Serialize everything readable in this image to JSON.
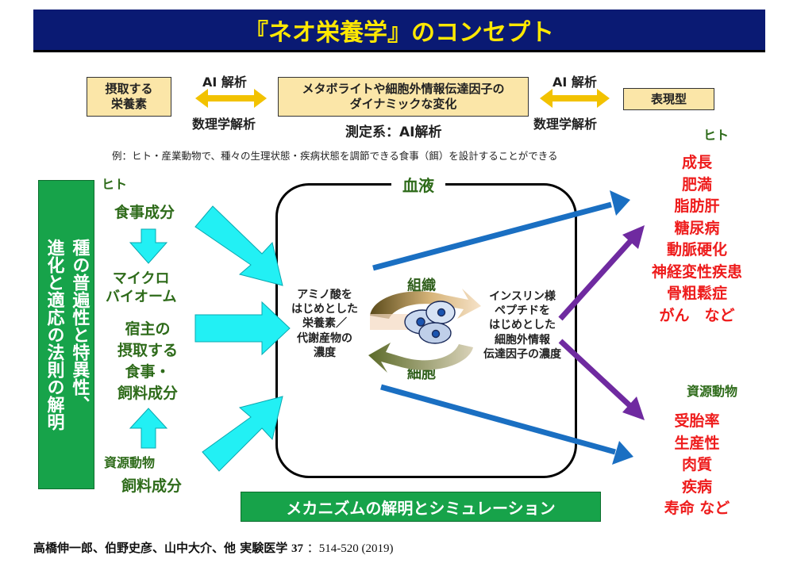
{
  "title": "『ネオ栄養学』のコンセプト",
  "top_row": {
    "intake_box": "摂取する\n栄養素",
    "center_box": "メタボライトや細胞外情報伝達因子の\nダイナミックな変化",
    "phenotype_box": "表現型",
    "ai_left": "AI 解析",
    "math_left": "数理学解析",
    "ai_right": "AI 解析",
    "math_right": "数理学解析",
    "measure": "測定系：AI解析"
  },
  "example_note": "例：ヒト・産業動物で、種々の生理状態・疾病状態を調節できる食事（餌）を設計することができる",
  "side_label": "種の普遍性と特異性、\n進化と適応の法則の解明",
  "left_column": {
    "human": "ヒト",
    "food_components": "食事成分",
    "microbiome": "マイクロ\nバイオーム",
    "host_intake": "宿主の\n摂取する\n食事・\n飼料成分",
    "livestock": "資源動物",
    "feed_components": "飼料成分"
  },
  "blood": {
    "label": "血液",
    "amino_acid_text": "アミノ酸を\nはじめとした\n栄養素／\n代謝産物の\n濃度",
    "insulin_text": "インスリン様\nペプチドを\nはじめとした\n細胞外情報\n伝達因子の濃度",
    "tissue": "組織",
    "cell": "細胞"
  },
  "right_column": {
    "human": "ヒト",
    "human_outcomes": [
      "成長",
      "肥満",
      "脂肪肝",
      "糖尿病",
      "動脈硬化",
      "神経変性疾患",
      "骨粗鬆症",
      "がん　など"
    ],
    "livestock": "資源動物",
    "livestock_outcomes": [
      "受胎率",
      "生産性",
      "肉質",
      "疾病",
      "寿命 など"
    ]
  },
  "mechanism_label": "メカニズムの解明とシミュレーション",
  "citation": {
    "authors": "高橋伸一郎、伯野史彦、山中大介、他 実験医学",
    "volume": "37",
    "pages": "：514-520 (2019)"
  },
  "colors": {
    "title_bg": "#0a1a73",
    "title_text": "#ffe800",
    "box_fill": "#fbe6a8",
    "green_box": "#17a34a",
    "cyan_arrow": "#22f0f4",
    "blue_arrow": "#1a6fc2",
    "purple_arrow": "#6f2aa0",
    "red_text": "#ee1c1c",
    "label_green": "#2e6b1a",
    "yellow_arrow": "#f2c200"
  }
}
